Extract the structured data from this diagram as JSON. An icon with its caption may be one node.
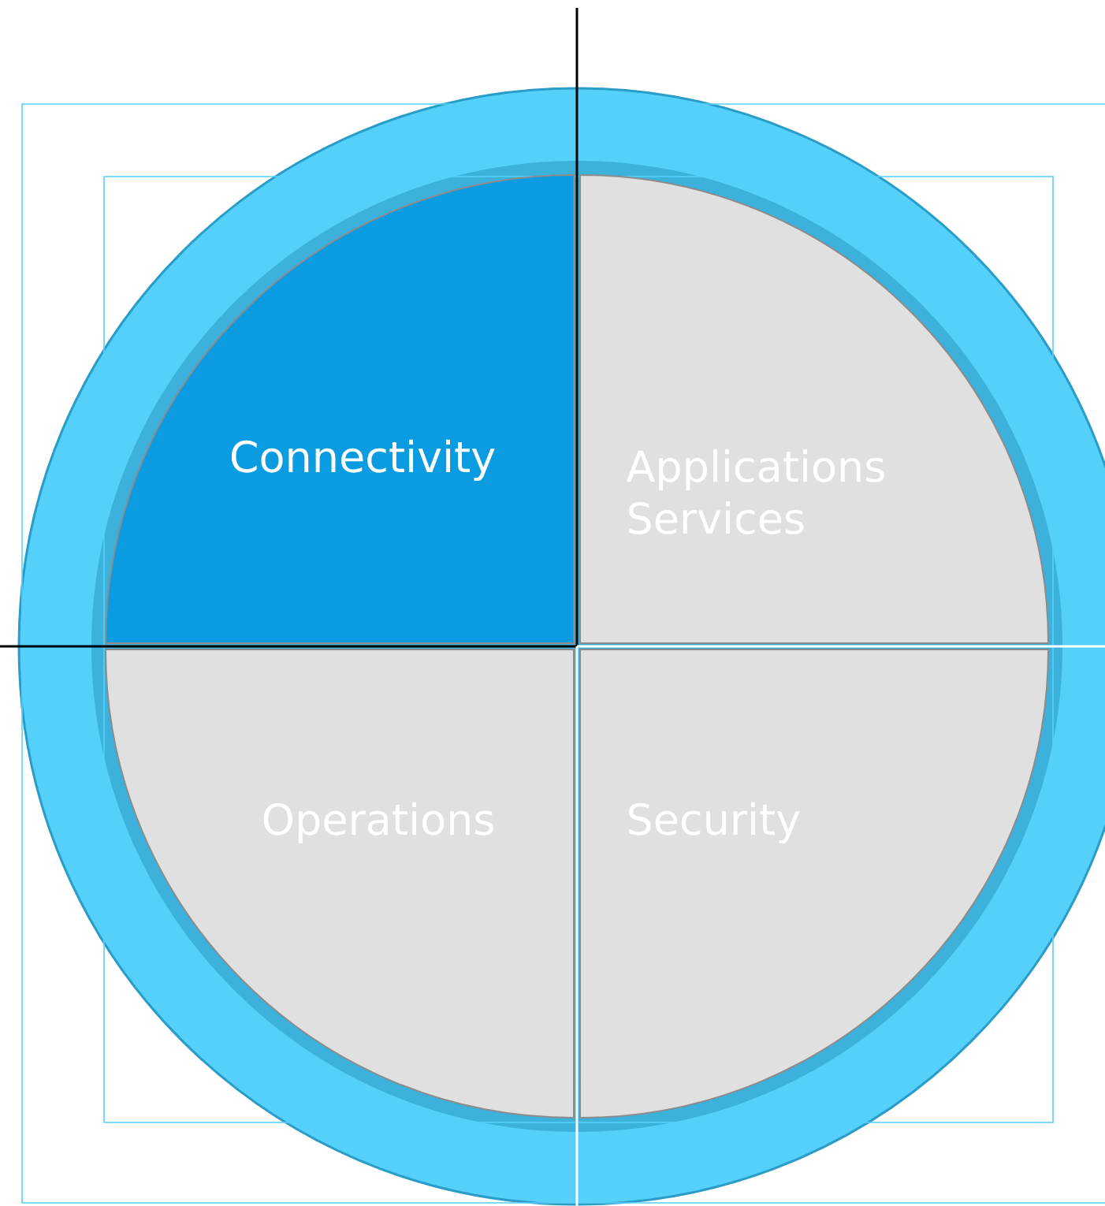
{
  "diagram": {
    "nodes": [
      {
        "text": [
          "Connectivity"
        ]
      },
      {
        "text": [
          "Applications Services"
        ]
      },
      {
        "text": [
          "Operations"
        ]
      },
      {
        "text": [
          "Security"
        ]
      }
    ]
  }
}
